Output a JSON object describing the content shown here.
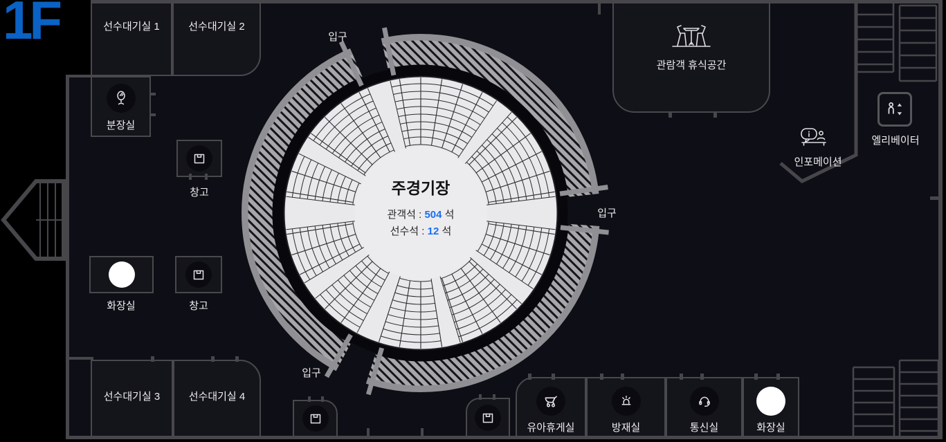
{
  "floor_label": "1F",
  "stadium": {
    "name": "주경기장",
    "rows": [
      {
        "label": "관객석 :",
        "value": "504",
        "unit": "석"
      },
      {
        "label": "선수석 :",
        "value": "12",
        "unit": "석"
      }
    ]
  },
  "entrances": {
    "top": "입구",
    "right": "입구",
    "bottom": "입구"
  },
  "rooms": {
    "waiting1": "선수대기실 1",
    "waiting2": "선수대기실 2",
    "waiting3": "선수대기실 3",
    "waiting4": "선수대기실 4",
    "dressing": "분장실",
    "storage1": "창고",
    "storage2": "창고",
    "restroom_left": "화장실",
    "rest_area": "관람객 휴식공간",
    "information": "인포메이션",
    "elevator": "엘리베이터",
    "nursery": "유아휴게실",
    "disaster": "방재실",
    "comms": "통신실",
    "restroom_right": "화장실"
  },
  "icons": {
    "dressing": "mirror-icon",
    "storage": "box-icon",
    "restroom": "restroom-icon",
    "rest_area": "table-chairs-icon",
    "information": "info-desk-icon",
    "elevator": "elevator-icon",
    "nursery": "stroller-icon",
    "disaster": "siren-icon",
    "comms": "headset-icon"
  },
  "colors": {
    "floor_tag_blue": "#0a62c4",
    "value_blue": "#1a6ef5",
    "wall_gray": "#47474b",
    "floor_dark": "#0e0e16",
    "seating_light": "#e9e9eb",
    "rim_gray": "#8f8f94"
  }
}
